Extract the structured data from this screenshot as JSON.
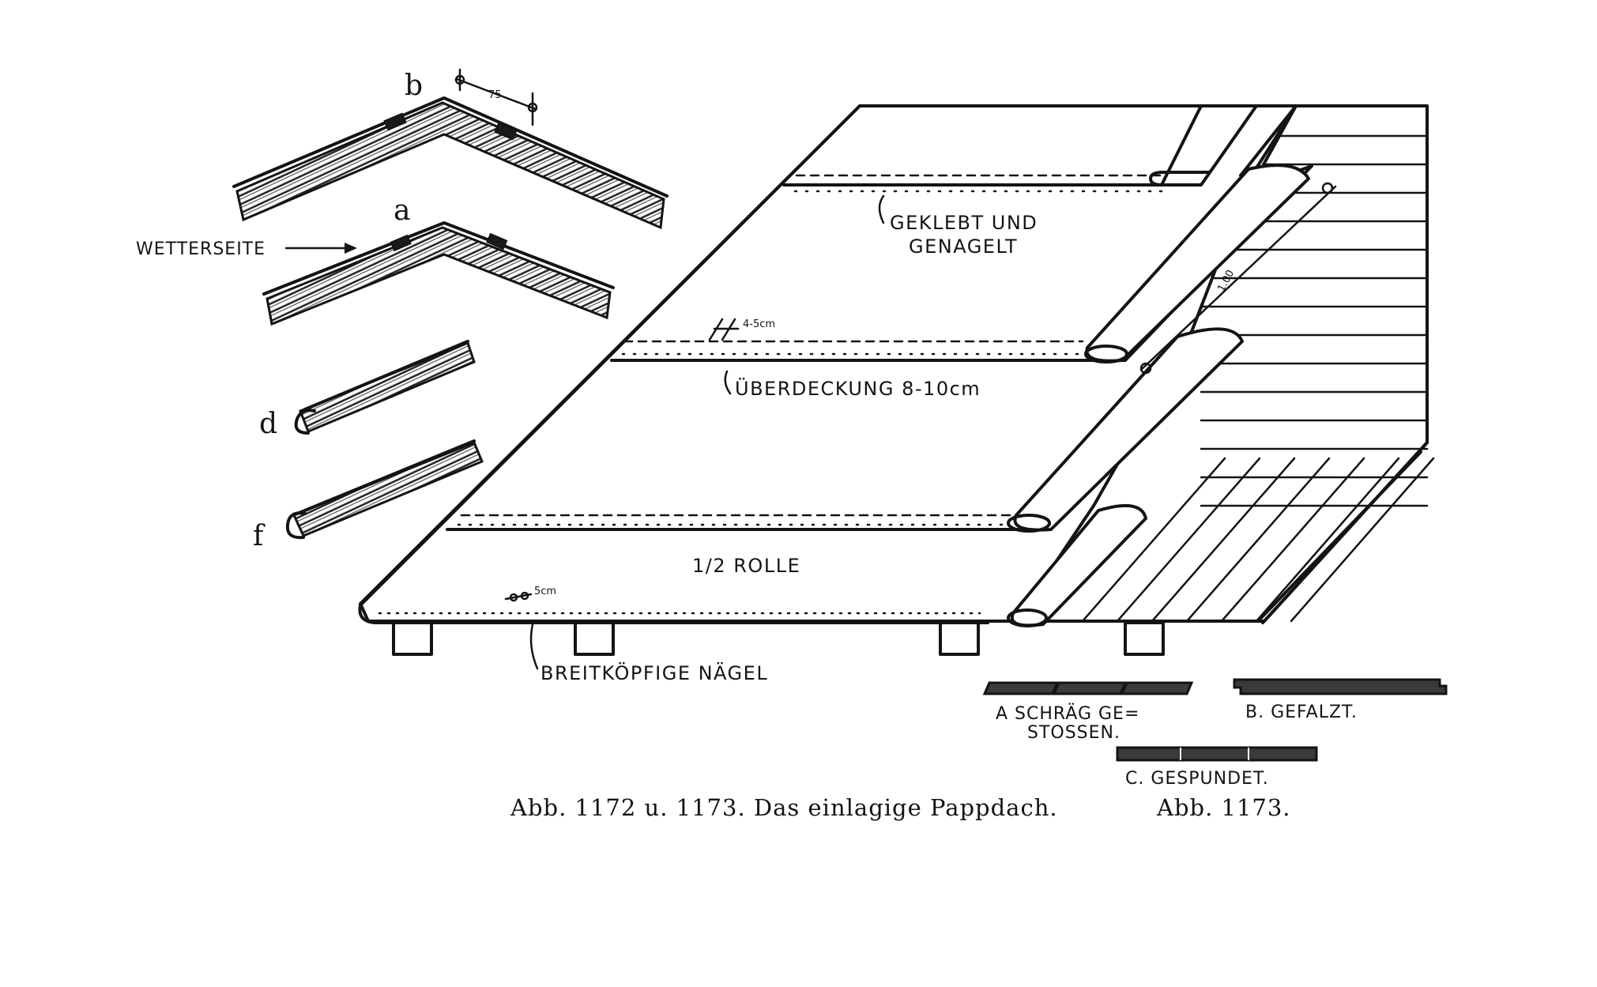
{
  "labels": {
    "b": "b",
    "a": "a",
    "d": "d",
    "f": "f",
    "dim_75": "75",
    "wetterseite": "WETTERSEITE",
    "geklebt_1": "GEKLEBT UND",
    "geklebt_2": "GENAGELT",
    "dim_45": "4-5cm",
    "dim_100": "1.00",
    "uberdeckung": "ÜBERDECKUNG 8-10cm",
    "halbe_rolle": "1/2 ROLLE",
    "dim_5": "5cm",
    "nagel": "BREITKÖPFIGE NÄGEL",
    "a_1": "A SCHRÄG GE=",
    "a_2": "STOSSEN.",
    "b_gefalzt": "B. GEFALZT.",
    "c_gespundet": "C. GESPUNDET."
  },
  "caption": {
    "main": "Abb. 1172 u. 1173.  Das einlagige Pappdach.",
    "right": "Abb. 1173."
  }
}
